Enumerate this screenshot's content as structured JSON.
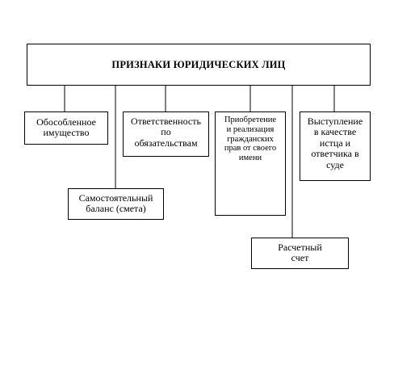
{
  "title": "ПРИЗНАКИ ЮРИДИЧЕСКИХ ЛИЦ",
  "boxes": {
    "separate_property": [
      "Обособленное",
      "имущество"
    ],
    "liability": [
      "Ответственность",
      "по",
      "обязательствам"
    ],
    "acquisition": [
      "Приобретение",
      "и реализация",
      "гражданских",
      "прав от своего",
      "имени"
    ],
    "court": [
      "Выступление",
      "в качестве",
      "истца и",
      "ответчика в",
      "суде"
    ],
    "balance": [
      "Самостоятельный",
      "баланс (смета)"
    ],
    "account": [
      "Расчетный",
      "счет"
    ]
  }
}
